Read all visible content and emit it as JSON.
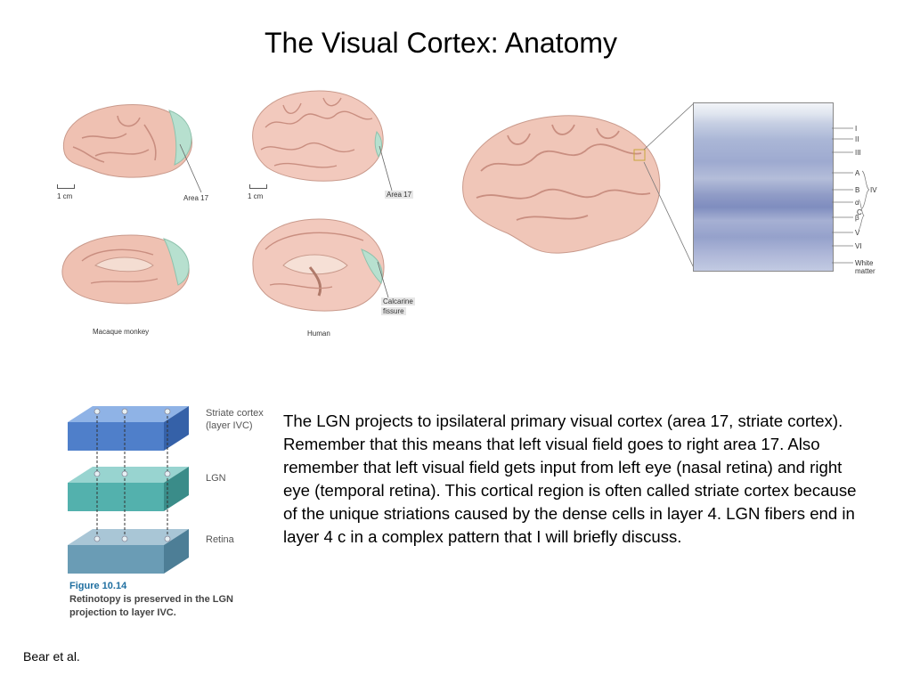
{
  "slide": {
    "title": "The Visual Cortex: Anatomy",
    "body": "The LGN projects to ipsilateral primary visual cortex (area 17, striate cortex). Remember that this means that left visual field goes to right area 17. Also remember that left visual field gets input from left eye (nasal retina) and right eye (temporal retina). This cortical region is often called striate cortex because of the unique striations caused by the dense cells in layer 4. LGN fibers end in layer 4 c in a complex pattern that I will briefly discuss.",
    "citation": "Bear et al."
  },
  "brain_figure": {
    "monkey": {
      "scale": "1 cm",
      "area": "Area 17",
      "caption": "Macaque monkey"
    },
    "human": {
      "scale": "1 cm",
      "area": "Area 17",
      "fissure_line1": "Calcarine",
      "fissure_line2": "fissure",
      "caption": "Human"
    }
  },
  "layers_figure": {
    "labels": [
      "I",
      "II",
      "III",
      "A",
      "B",
      "IV",
      "α",
      "β",
      "C",
      "V",
      "VI",
      "White",
      "matter"
    ]
  },
  "retinotopy_figure": {
    "striate_line1": "Striate cortex",
    "striate_line2": "(layer IVC)",
    "lgn": "LGN",
    "retina": "Retina",
    "figure_number": "Figure 10.14",
    "caption": "Retinotopy is preserved in the LGN projection to layer IVC."
  },
  "colors": {
    "area17": "#b7e0cf",
    "brain": "#efc1b2",
    "cortex_stain": "#9aa8cf",
    "striate_slab": "#4f7fca",
    "lgn_slab": "#53b1ad",
    "retina_slab": "#6a9cb5"
  }
}
